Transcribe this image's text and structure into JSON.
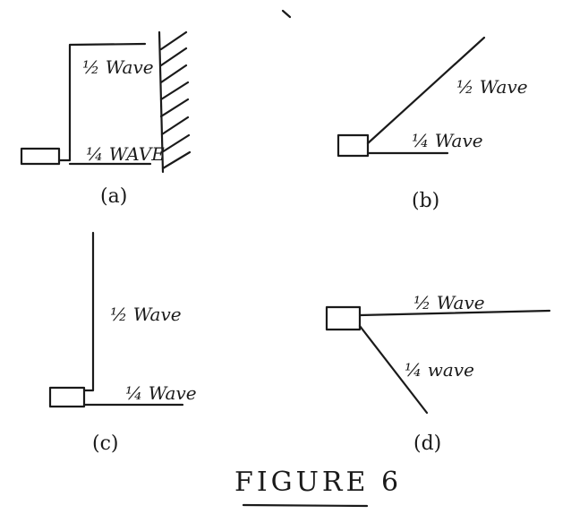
{
  "figure": {
    "title": "FIGURE 6",
    "panels": [
      {
        "id": "a",
        "caption": "(a)",
        "half_wave_label": "½ Wave",
        "quarter_wave_label": "¼ WAVE"
      },
      {
        "id": "b",
        "caption": "(b)",
        "half_wave_label": "½ Wave",
        "quarter_wave_label": "¼ Wave"
      },
      {
        "id": "c",
        "caption": "(c)",
        "half_wave_label": "½ Wave",
        "quarter_wave_label": "¼ Wave"
      },
      {
        "id": "d",
        "caption": "(d)",
        "half_wave_label": "½ Wave",
        "quarter_wave_label": "¼ wave"
      }
    ]
  }
}
